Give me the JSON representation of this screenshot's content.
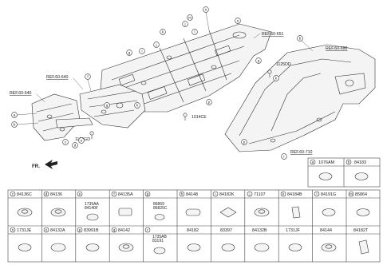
{
  "references": {
    "ref_651": "REF.60-651",
    "ref_640_top": "REF.60-640",
    "ref_640_left": "REF.60-640",
    "ref_690": "REF.60-690",
    "ref_710": "REF.60-710"
  },
  "part_numbers": {
    "p_1125DD": "1125DD",
    "p_1129GD": "1129GD",
    "p_1014CE": "1014CE"
  },
  "front_label": "FR.",
  "callout_letters": [
    "a",
    "b",
    "c",
    "d",
    "e",
    "f",
    "g",
    "h",
    "i",
    "j",
    "k",
    "l",
    "m",
    "n",
    "o",
    "p",
    "q",
    "r"
  ],
  "table": {
    "top_row": [
      {
        "letter": "a",
        "code": "1076AM"
      },
      {
        "letter": "b",
        "code": "84183"
      }
    ],
    "row1": [
      {
        "letter": "c",
        "code": "84136C"
      },
      {
        "letter": "d",
        "code": "84136"
      },
      {
        "letter": "e",
        "code": "",
        "sub1": "1735AA",
        "sub2": "84140F"
      },
      {
        "letter": "f",
        "code": "84135A"
      },
      {
        "letter": "g",
        "code": "",
        "sub1": "86869",
        "sub2": "86825C"
      },
      {
        "letter": "h",
        "code": "84148"
      },
      {
        "letter": "i",
        "code": "84182K"
      },
      {
        "letter": "j",
        "code": "71107"
      },
      {
        "letter": "k",
        "code": "84184B"
      },
      {
        "letter": "l",
        "code": "84191G"
      },
      {
        "letter": "m",
        "code": "85864"
      }
    ],
    "row2": [
      {
        "letter": "n",
        "code": "1731JE"
      },
      {
        "letter": "o",
        "code": "84132A"
      },
      {
        "letter": "p",
        "code": "83991B"
      },
      {
        "letter": "q",
        "code": "84142"
      },
      {
        "letter": "r",
        "code": "",
        "sub1": "1735AB",
        "sub2": "83191"
      },
      {
        "letter": "",
        "code": "84182"
      },
      {
        "letter": "",
        "code": "83397"
      },
      {
        "letter": "",
        "code": "84132B"
      },
      {
        "letter": "",
        "code": "1731JF"
      },
      {
        "letter": "",
        "code": "84144"
      },
      {
        "letter": "",
        "code": "84182T"
      }
    ]
  }
}
